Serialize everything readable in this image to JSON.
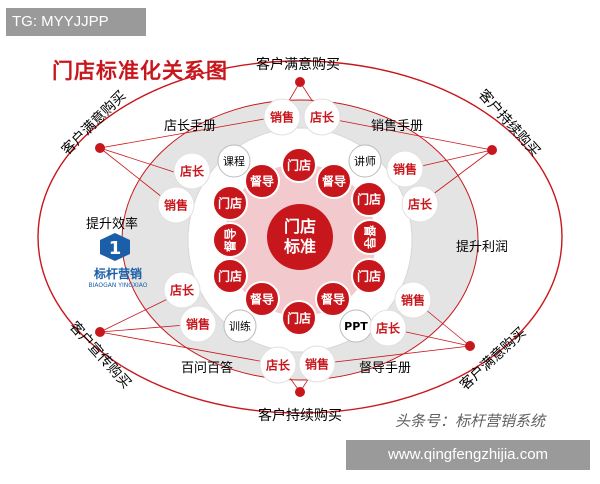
{
  "watermark_top": "TG: MYYJJPP",
  "watermark_bottom": "www.qingfengzhijia.com",
  "diagram": {
    "title": "门店标准化关系图",
    "center": "门店\n标准",
    "outer_labels": {
      "top": "客户满意购买",
      "top_left_arc": "客户满意购买",
      "top_right_arc": "客户持续购买",
      "bottom_left_arc": "客户宣传购买",
      "bottom_right_arc": "客户满意购买",
      "bottom": "客户持续购买"
    },
    "middle_labels": {
      "store_manual": "店长手册",
      "sales_manual": "销售手册",
      "efficiency": "提升效率",
      "profit": "提升利润",
      "qa": "百问百答",
      "supervisor_manual": "督导手册"
    },
    "inner_labels": {
      "course": "课程",
      "lecturer": "讲师",
      "training": "训练",
      "ppt": "PPT"
    },
    "roles": {
      "store": "门店",
      "supervisor": "督导",
      "manager": "店长",
      "sales": "销售"
    },
    "logo": {
      "name": "标杆营销",
      "sub": "BIAOGAN YINGXIAO"
    },
    "corner_watermark": "头条号：标杆营销系统",
    "colors": {
      "red": "#d0171c",
      "ring": "#e5e5e5",
      "line": "#c8171c"
    }
  }
}
